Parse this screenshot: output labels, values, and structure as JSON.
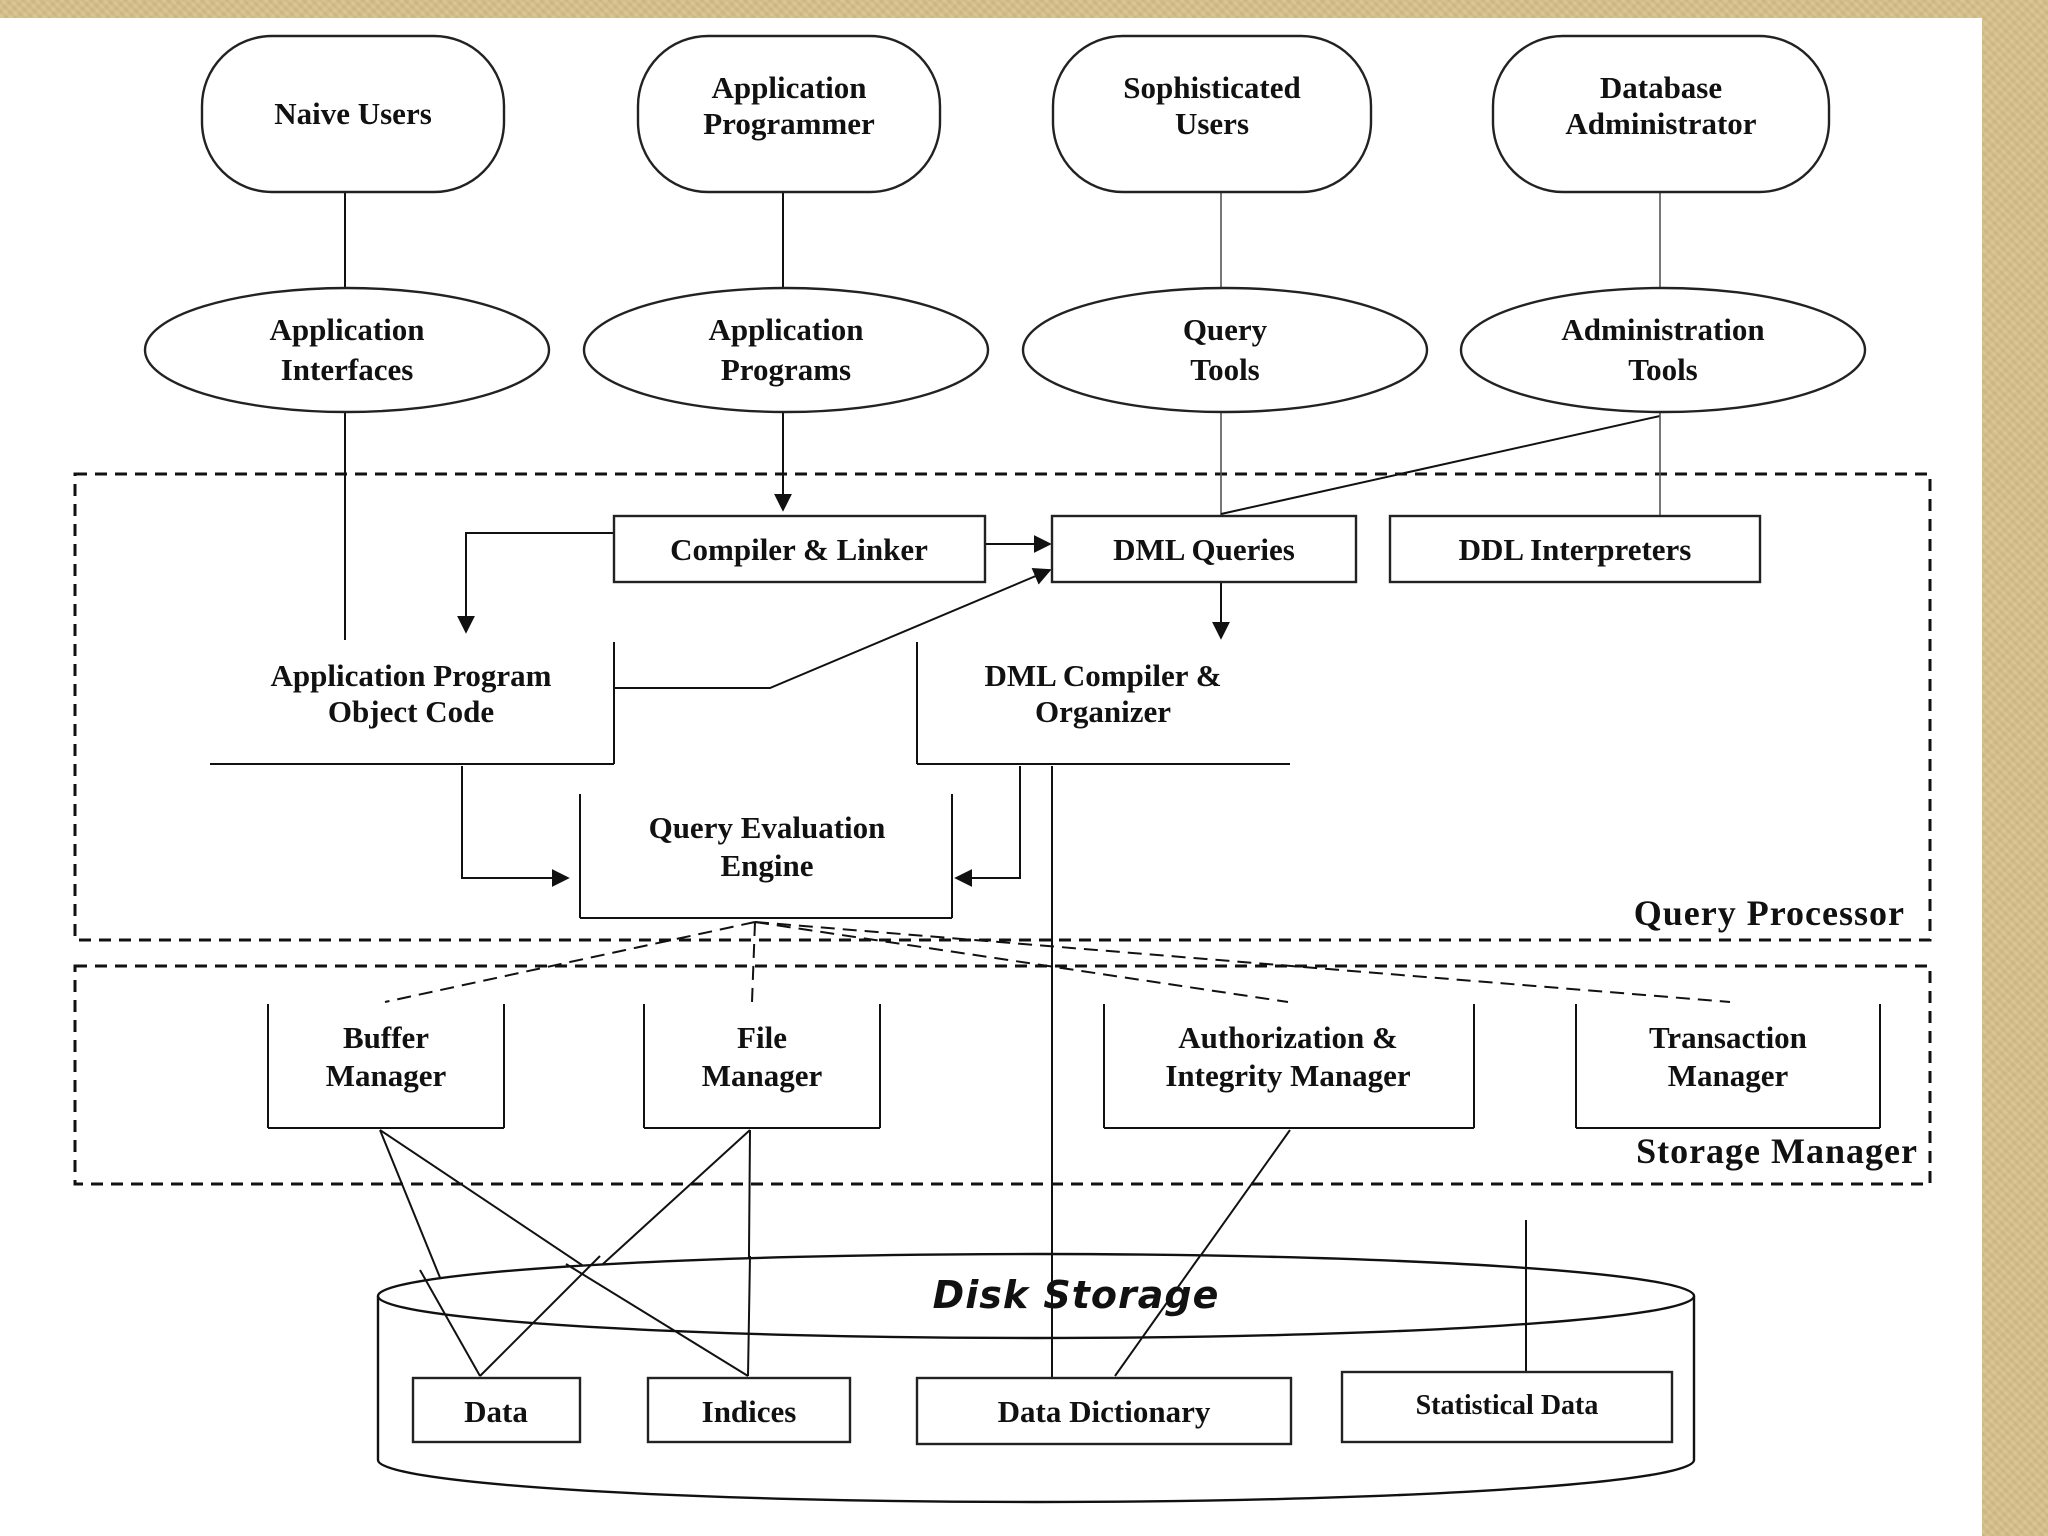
{
  "users": [
    "Naive Users",
    "Application Programmer",
    "Sophisticated Users",
    "Database Administrator"
  ],
  "tools": [
    "Application Interfaces",
    "Application Programs",
    "Query Tools",
    "Administration Tools"
  ],
  "query_processor": {
    "title": "Query Processor",
    "compiler_linker": "Compiler & Linker",
    "dml_queries": "DML Queries",
    "ddl_interpreters": "DDL Interpreters",
    "app_object_code": "Application Program Object Code",
    "dml_compiler": "DML Compiler & Organizer",
    "query_engine": "Query Evaluation Engine"
  },
  "storage_manager": {
    "title": "Storage Manager",
    "components": [
      "Buffer Manager",
      "File Manager",
      "Authorization & Integrity Manager",
      "Transaction Manager"
    ]
  },
  "disk_storage": {
    "title": "Disk Storage",
    "items": [
      "Data",
      "Indices",
      "Data Dictionary",
      "Statistical Data"
    ]
  }
}
